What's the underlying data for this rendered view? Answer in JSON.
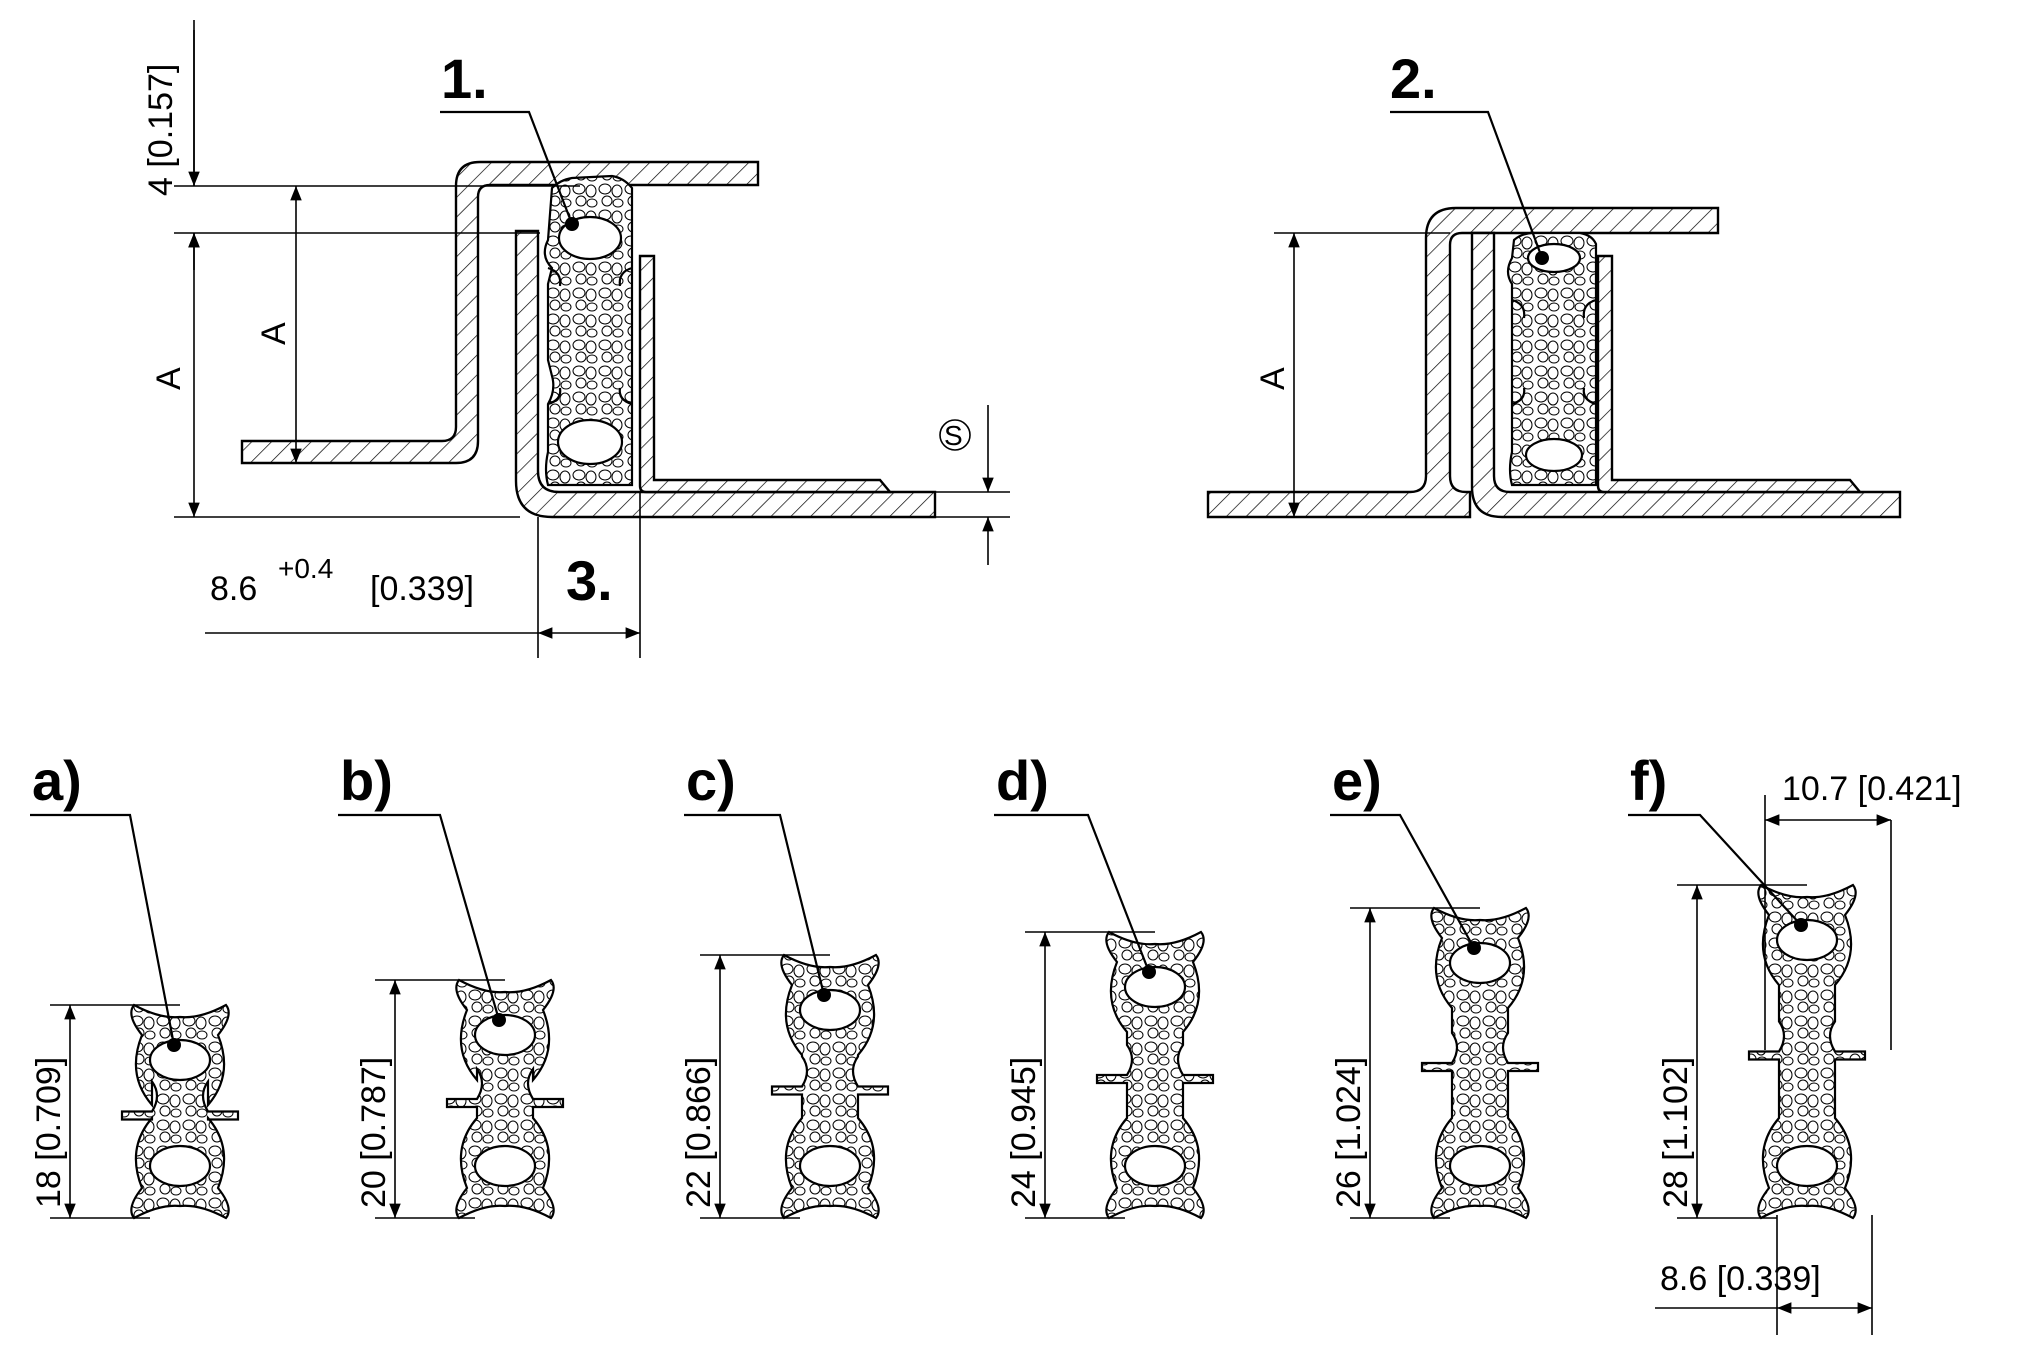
{
  "callouts": {
    "c1": "1.",
    "c2": "2.",
    "c3": "3."
  },
  "top_dims": {
    "top_offset": "4 [0.157]",
    "height_A_outer": "A",
    "height_A_inner": "A",
    "height_A_right": "A",
    "base_value": "8.6",
    "base_tolerance": "+0.4",
    "base_inch": "[0.339]",
    "thickness_symbol": "S"
  },
  "variants": [
    {
      "label": "a)",
      "height": "18 [0.709]"
    },
    {
      "label": "b)",
      "height": "20 [0.787]"
    },
    {
      "label": "c)",
      "height": "22 [0.866]"
    },
    {
      "label": "d)",
      "height": "24 [0.945]"
    },
    {
      "label": "e)",
      "height": "26 [1.024]"
    },
    {
      "label": "f)",
      "height": "28 [1.102]"
    }
  ],
  "variant_f_dims": {
    "outer_width": "10.7 [0.421]",
    "base_width": "8.6 [0.339]"
  }
}
